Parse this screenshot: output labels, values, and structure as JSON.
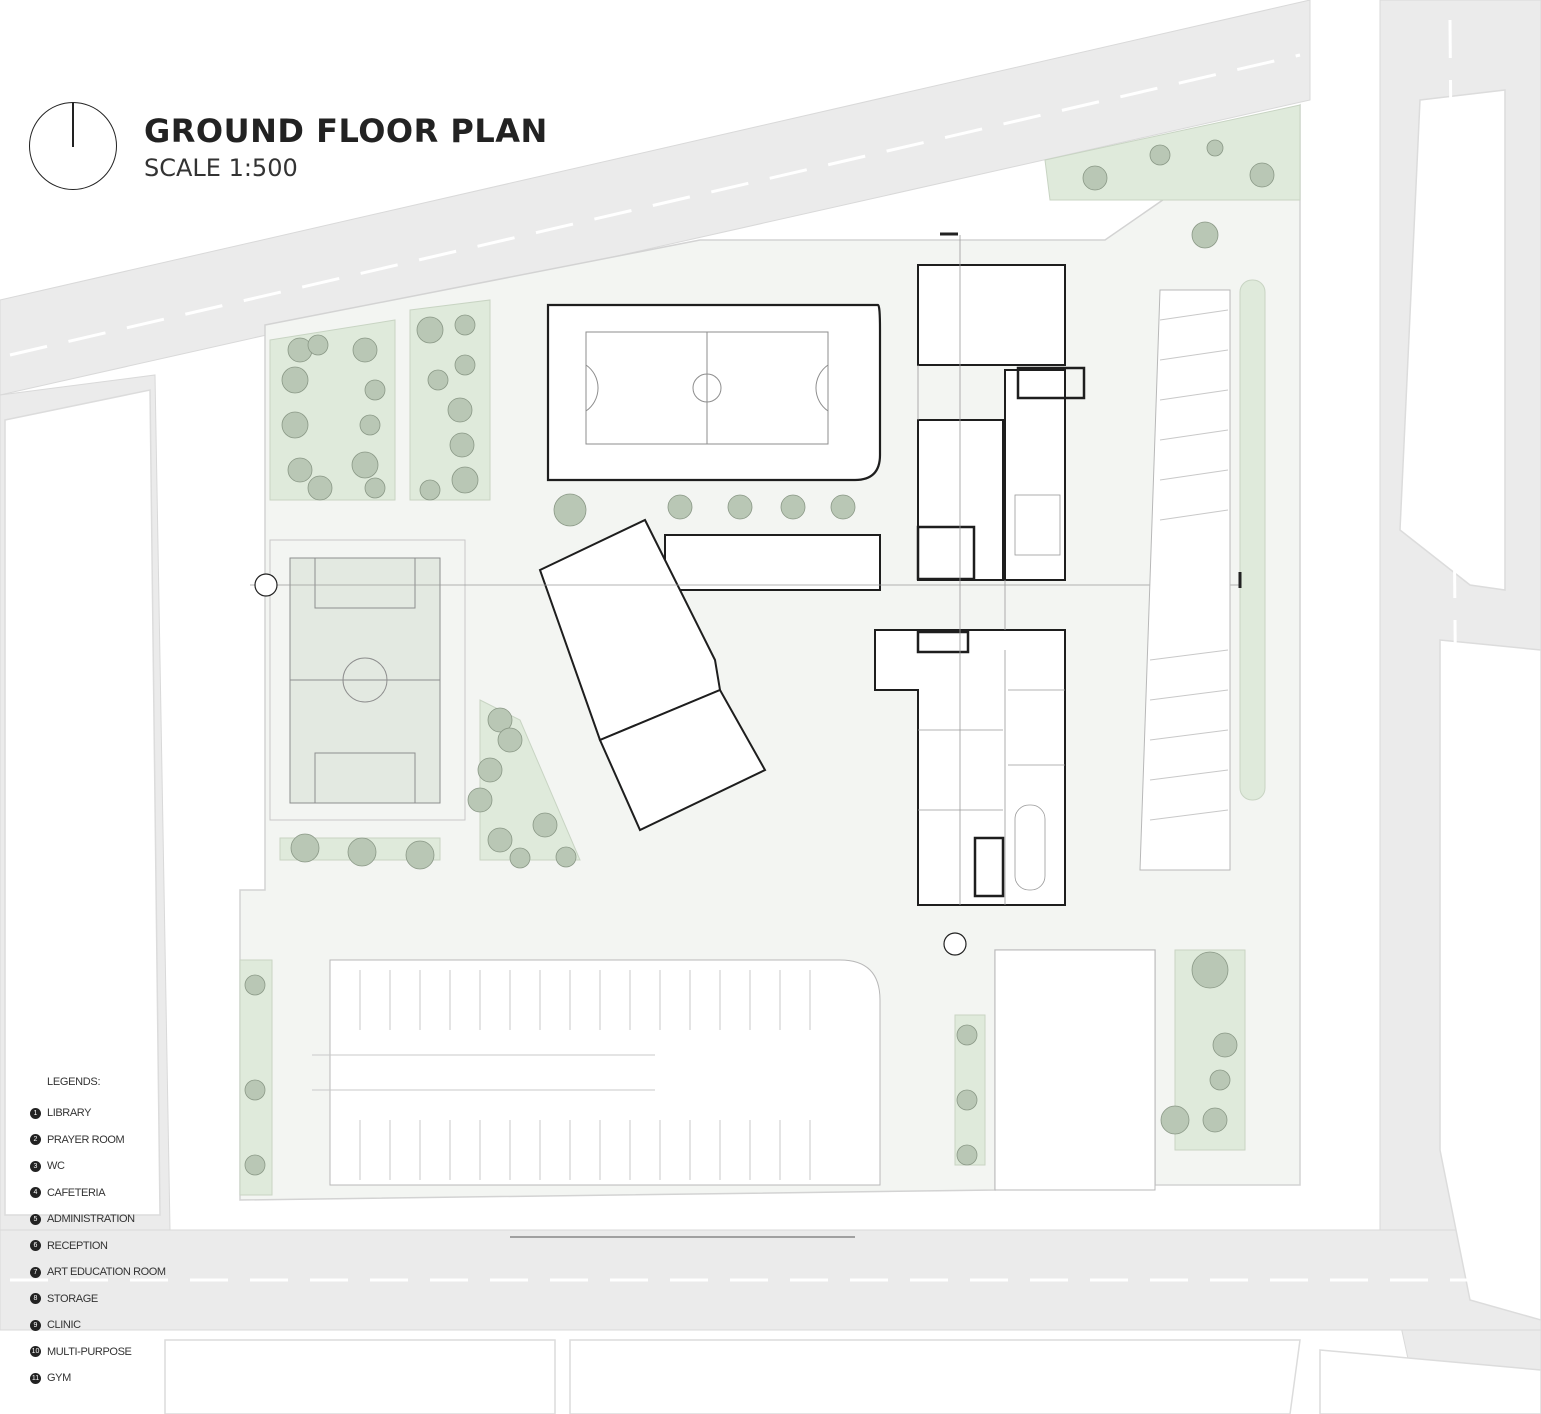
{
  "header": {
    "title": "GROUND FLOOR PLAN",
    "scale": "SCALE 1:500"
  },
  "legend": {
    "heading": "LEGENDS:",
    "items": [
      {
        "num": "1",
        "label": "LIBRARY"
      },
      {
        "num": "2",
        "label": "PRAYER ROOM"
      },
      {
        "num": "3",
        "label": "WC"
      },
      {
        "num": "4",
        "label": "CAFETERIA"
      },
      {
        "num": "5",
        "label": "ADMINISTRATION"
      },
      {
        "num": "6",
        "label": "RECEPTION"
      },
      {
        "num": "7",
        "label": "ART EDUCATION ROOM"
      },
      {
        "num": "8",
        "label": "STORAGE"
      },
      {
        "num": "9",
        "label": "CLINIC"
      },
      {
        "num": "10",
        "label": "MULTI-PURPOSE"
      },
      {
        "num": "11",
        "label": "GYM"
      }
    ]
  },
  "colors": {
    "road": "#ebebeb",
    "site": "#f3f5f2",
    "green": "#dfeadb",
    "tree": "#b9c7b5",
    "wall": "#1e1e1e",
    "line": "#9a9a9a"
  }
}
